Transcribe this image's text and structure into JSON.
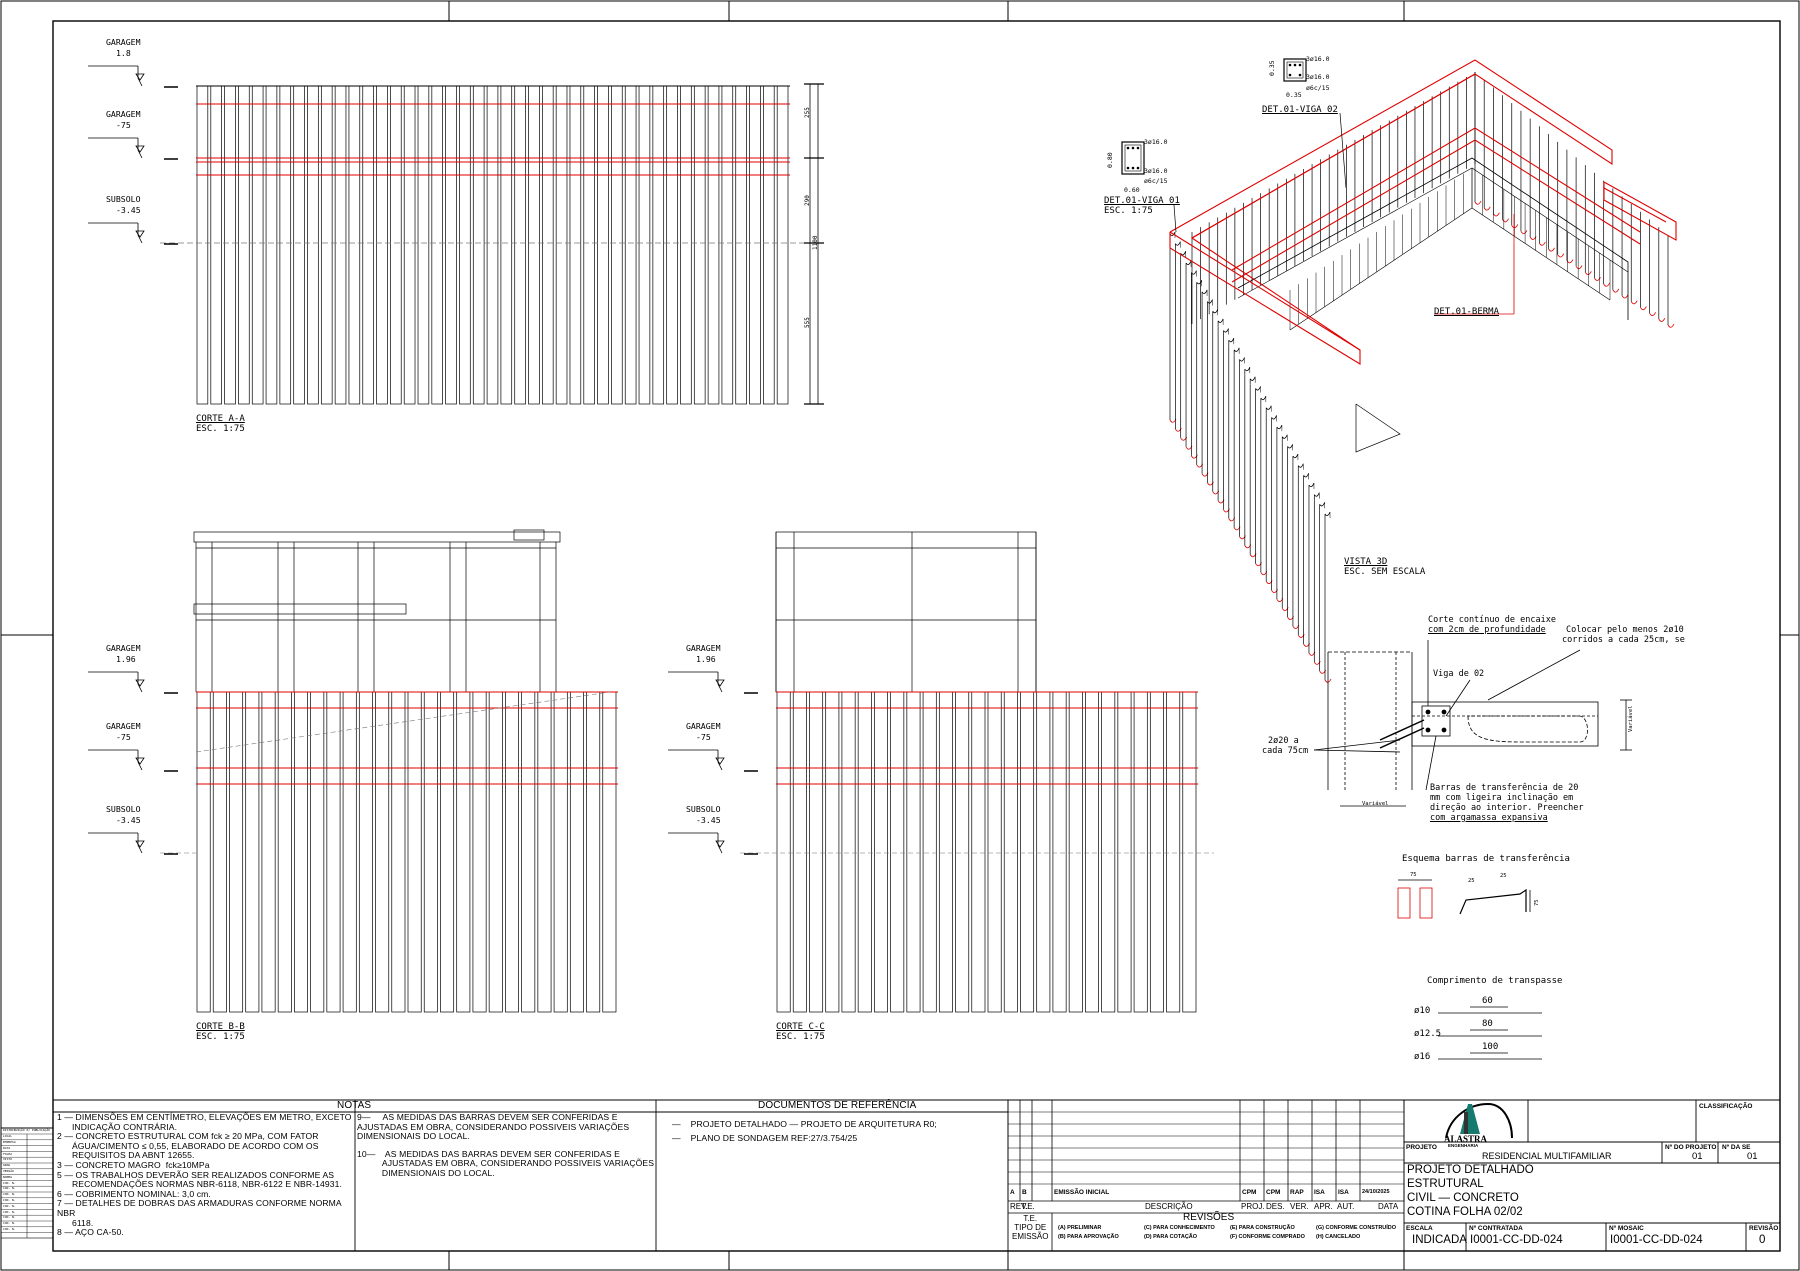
{
  "elevation_markers": {
    "garagem_1_8": "1.8",
    "garagem_m75": "-75",
    "subsolo_m345": "-3.45",
    "garagem_1_96": "1.96",
    "garagem_label": "GARAGEM",
    "subsolo_label": "SUBSOLO"
  },
  "sections": {
    "aa": {
      "title": "CORTE A-A",
      "scale": "ESC. 1:75",
      "dims": [
        "255",
        "290",
        "555",
        "1100"
      ]
    },
    "bb": {
      "title": "CORTE B-B",
      "scale": "ESC. 1:75"
    },
    "cc": {
      "title": "CORTE C-C",
      "scale": "ESC. 1:75"
    }
  },
  "view3d": {
    "title": "VISTA 3D",
    "scale": "ESC. SEM ESCALA",
    "viga01": "DET.01-VIGA 01",
    "viga01_scale": "ESC. 1:75",
    "viga02": "DET.01-VIGA 02",
    "berma": "DET.01-BERMA",
    "v01_dims": [
      "3ø16.0",
      "3ø16.0",
      "ø6c/15",
      "0.80",
      "0.60"
    ],
    "v02_dims": [
      "3ø16.0",
      "3ø16.0",
      "ø6c/15",
      "0.35",
      "0.35"
    ]
  },
  "detail": {
    "note1": [
      "Corte contínuo de encaixe",
      "com 2cm de profundidade"
    ],
    "note2": [
      "Colocar pelo menos 2ø10",
      "corridos a cada 25cm, se"
    ],
    "note3": "Viga de 02",
    "note4": [
      "2ø20 a",
      "cada 75cm"
    ],
    "note5": [
      "Barras de transferência de 20",
      "mm com ligeira inclinação em",
      "direção ao interior. Preencher",
      "com argamassa expansiva"
    ],
    "variavel": "Variável",
    "variavel2": "Variável",
    "schema_title": "Esquema barras de transferência",
    "schema_dims": [
      "75",
      "25",
      "25",
      "75"
    ],
    "transpasse_title": "Comprimento de transpasse",
    "transpasse": [
      {
        "d": "ø10",
        "len": "60"
      },
      {
        "d": "ø12.5",
        "len": "80"
      },
      {
        "d": "ø16",
        "len": "100"
      }
    ]
  },
  "notas": {
    "header": "NOTAS",
    "col1": [
      "1 — DIMENSÕES EM CENTÍMETRO, ELEVAÇÕES EM METRO, EXCETO\n      INDICAÇÃO CONTRÁRIA.",
      "2 — CONCRETO ESTRUTURAL COM fck ≥ 20 MPa, COM FATOR\n      ÁGUA/CIMENTO ≤ 0,55, ELABORADO DE ACORDO COM OS\n      REQUISITOS DA ABNT 12655.",
      "3 — CONCRETO MAGRO  fck≥10MPa",
      "5 — OS TRABALHOS DEVERÃO SER REALIZADOS CONFORME AS\n      RECOMENDAÇÕES NORMAS NBR-6118, NBR-6122 E NBR-14931.",
      "6 — COBRIMENTO NOMINAL: 3,0 cm.",
      "7 — DETALHES DE DOBRAS DAS ARMADURAS CONFORME NORMA NBR\n      6118.",
      "8 — AÇO CA-50."
    ],
    "col2": [
      "9—     AS MEDIDAS DAS BARRAS DEVEM SER CONFERIDAS E\nAJUSTADAS EM OBRA, CONSIDERANDO POSSIVEIS VARIAÇÕES\nDIMENSIONAIS DO LOCAL.",
      "10—    AS MEDIDAS DAS BARRAS DEVEM SER CONFERIDAS E\n          AJUSTADAS EM OBRA, CONSIDERANDO POSSIVEIS VARIAÇÕES\n          DIMENSIONAIS DO LOCAL."
    ]
  },
  "docs_ref": {
    "header": "DOCUMENTOS DE REFERÊNCIA",
    "items": [
      "—    PROJETO DETALHADO — PROJETO DE ARQUITETURA R0;",
      "—    PLANO DE SONDAGEM REF:27/3.754/25"
    ]
  },
  "revisions": {
    "row": [
      "A",
      "B",
      "EMISSÃO INICIAL",
      "CPM",
      "CPM",
      "RAP",
      "ISA",
      "ISA",
      "24/10/2025"
    ],
    "headers": [
      "REV.",
      "T.E.",
      "DESCRIÇÃO",
      "PROJ.",
      "DES.",
      "VER.",
      "APR.",
      "AUT.",
      "DATA"
    ],
    "title": "REVISÕES",
    "te_label": "T.E.\nTIPO DE\nEMISSÃO",
    "types": [
      "(A) PRELIMINAR",
      "(B) PARA APROVAÇÃO",
      "(C) PARA CONHECIMENTO",
      "(D) PARA COTAÇÃO",
      "(E) PARA CONSTRUÇÃO",
      "(F) CONFORME COMPRADO",
      "(G) CONFORME CONSTRUÍDO",
      "(H) CANCELADO"
    ]
  },
  "titleblock": {
    "logo": "ALASTRA",
    "logo_sub": "ENGENHARIA",
    "classificacao": "CLASSIFICAÇÃO",
    "projeto_label": "PROJETO",
    "projeto": "RESIDENCIAL MULTIFAMILIAR",
    "n_projeto_label": "Nº DO PROJETO",
    "n_projeto": "01",
    "n_se_label": "Nº DA SE",
    "n_se": "01",
    "desc": [
      "PROJETO DETALHADO",
      "ESTRUTURAL",
      "CIVIL — CONCRETO",
      "COTINA FOLHA 02/02"
    ],
    "escala_label": "ESCALA",
    "escala": "INDICADA",
    "contratada_label": "Nº CONTRATADA",
    "contratada": "I0001-CC-DD-024",
    "mosaic_label": "Nº MOSAIC",
    "mosaic": "I0001-CC-DD-024",
    "revisao_label": "REVISÃO",
    "revisao": "0"
  },
  "left_stamp": {
    "rows": [
      "DISTRIBUIÇÃO P/ PUBLICAÇÃO",
      "LOCAL",
      "EMPRESA",
      "DATA",
      "FOLHA",
      "VISTO",
      "GRAU",
      "VERSÃO",
      "NORMA",
      "COD. N.",
      "COD. N.",
      "COD. N.",
      "COD. N.",
      "COD. N.",
      "COD. N.",
      "COD. N.",
      "COD. N.",
      "COD. N."
    ]
  },
  "colors": {
    "red": "#e00000",
    "line": "#000000",
    "gray": "#777777"
  }
}
